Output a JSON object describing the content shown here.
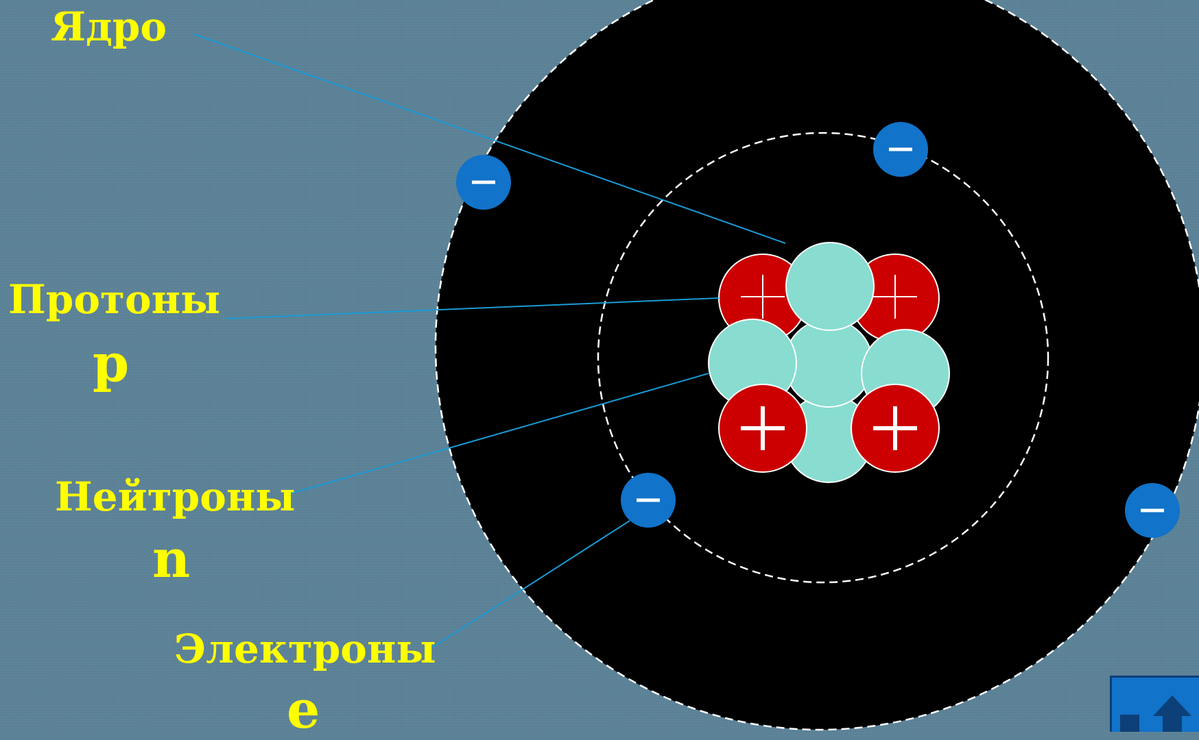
{
  "labels": {
    "nucleus": "Ядро",
    "protons": "Протоны",
    "protons_symbol": "p",
    "neutrons": "Нейтроны",
    "neutrons_symbol": "n",
    "electrons": "Электроны",
    "electrons_symbol": "e"
  },
  "electron_sign": "–",
  "proton_sign": "+",
  "colors": {
    "background": "#5b8196",
    "atom": "#000000",
    "orbit": "#ffffff",
    "proton": "#cc0000",
    "neutron": "#88ddd0",
    "electron": "#1173c9",
    "pointer_line": "#1a9bd6",
    "label_text": "#ffff00",
    "home_button": "#1173c9"
  },
  "icons": {
    "home_button": "home-up-arrow-icon"
  }
}
